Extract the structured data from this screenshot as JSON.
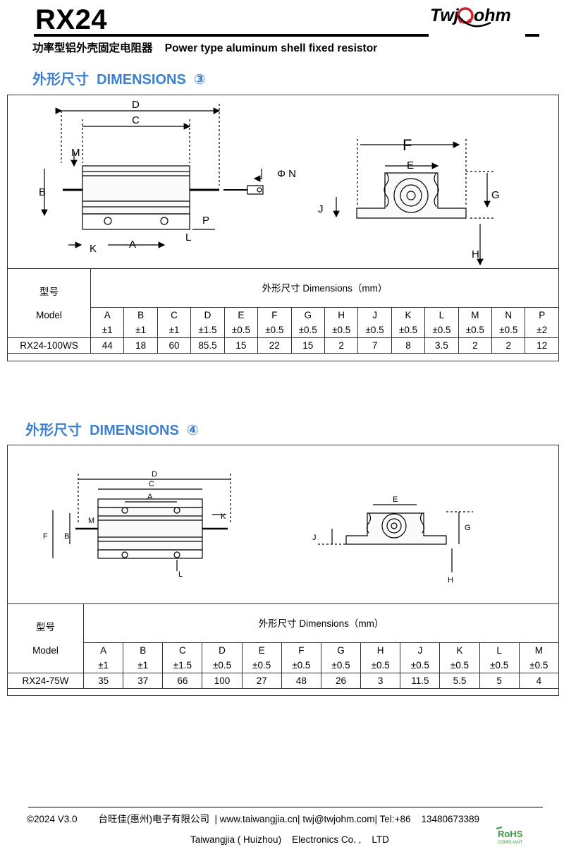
{
  "header": {
    "title": "RX24",
    "logo_text": "TwjΩohm",
    "subtitle": "功率型铝外壳固定电阻器    Power type aluminum shell fixed resistor"
  },
  "section1": {
    "title": "外形尺寸  DIMENSIONS  ③",
    "diagram_labels": {
      "D": "D",
      "C": "C",
      "M": "M",
      "B": "B",
      "N": "Φ N",
      "P": "P",
      "L": "L",
      "K": "K",
      "A": "A",
      "F": "F",
      "E": "E",
      "G": "G",
      "J": "J",
      "H": "H"
    },
    "table": {
      "model_cn": "型号",
      "model_en": "Model",
      "dims_header": "外形尺寸  Dimensions（mm）",
      "columns": [
        {
          "name": "A",
          "tol": "±1"
        },
        {
          "name": "B",
          "tol": "±1"
        },
        {
          "name": "C",
          "tol": "±1"
        },
        {
          "name": "D",
          "tol": "±1.5"
        },
        {
          "name": "E",
          "tol": "±0.5"
        },
        {
          "name": "F",
          "tol": "±0.5"
        },
        {
          "name": "G",
          "tol": "±0.5"
        },
        {
          "name": "H",
          "tol": "±0.5"
        },
        {
          "name": "J",
          "tol": "±0.5"
        },
        {
          "name": "K",
          "tol": "±0.5"
        },
        {
          "name": "L",
          "tol": "±0.5"
        },
        {
          "name": "M",
          "tol": "±0.5"
        },
        {
          "name": "N",
          "tol": "±0.5"
        },
        {
          "name": "P",
          "tol": "±2"
        }
      ],
      "rows": [
        {
          "model": "RX24-100WS",
          "values": [
            "44",
            "18",
            "60",
            "85.5",
            "15",
            "22",
            "15",
            "2",
            "7",
            "8",
            "3.5",
            "2",
            "2",
            "12"
          ]
        }
      ]
    }
  },
  "section2": {
    "title": "外形尺寸  DIMENSIONS  ④",
    "diagram_labels": {
      "D": "D",
      "C": "C",
      "A": "A",
      "K": "K",
      "M": "M",
      "F": "F",
      "B": "B",
      "L": "L",
      "E": "E",
      "G": "G",
      "J": "J",
      "H": "H"
    },
    "table": {
      "model_cn": "型号",
      "model_en": "Model",
      "dims_header": "外形尺寸  Dimensions（mm）",
      "columns": [
        {
          "name": "A",
          "tol": "±1"
        },
        {
          "name": "B",
          "tol": "±1"
        },
        {
          "name": "C",
          "tol": "±1.5"
        },
        {
          "name": "D",
          "tol": "±0.5"
        },
        {
          "name": "E",
          "tol": "±0.5"
        },
        {
          "name": "F",
          "tol": "±0.5"
        },
        {
          "name": "G",
          "tol": "±0.5"
        },
        {
          "name": "H",
          "tol": "±0.5"
        },
        {
          "name": "J",
          "tol": "±0.5"
        },
        {
          "name": "K",
          "tol": "±0.5"
        },
        {
          "name": "L",
          "tol": "±0.5"
        },
        {
          "name": "M",
          "tol": "±0.5"
        }
      ],
      "rows": [
        {
          "model": "RX24-75W",
          "values": [
            "35",
            "37",
            "66",
            "100",
            "27",
            "48",
            "26",
            "3",
            "11.5",
            "5.5",
            "5",
            "4"
          ]
        }
      ]
    }
  },
  "footer": {
    "line1": "©2024 V3.0        台旺佳(惠州)电子有限公司  | www.taiwangjia.cn| twj@twjohm.com| Tel:+86    13480673389",
    "line2": "Taiwangjia ( Huizhou)    Electronics Co. ,    LTD",
    "rohs": "RoHS",
    "rohs_sub": "COMPLIANT"
  },
  "colors": {
    "section_title": "#3d7fd0",
    "logo_red": "#d0202a",
    "rohs_green": "#3a9a3a"
  }
}
